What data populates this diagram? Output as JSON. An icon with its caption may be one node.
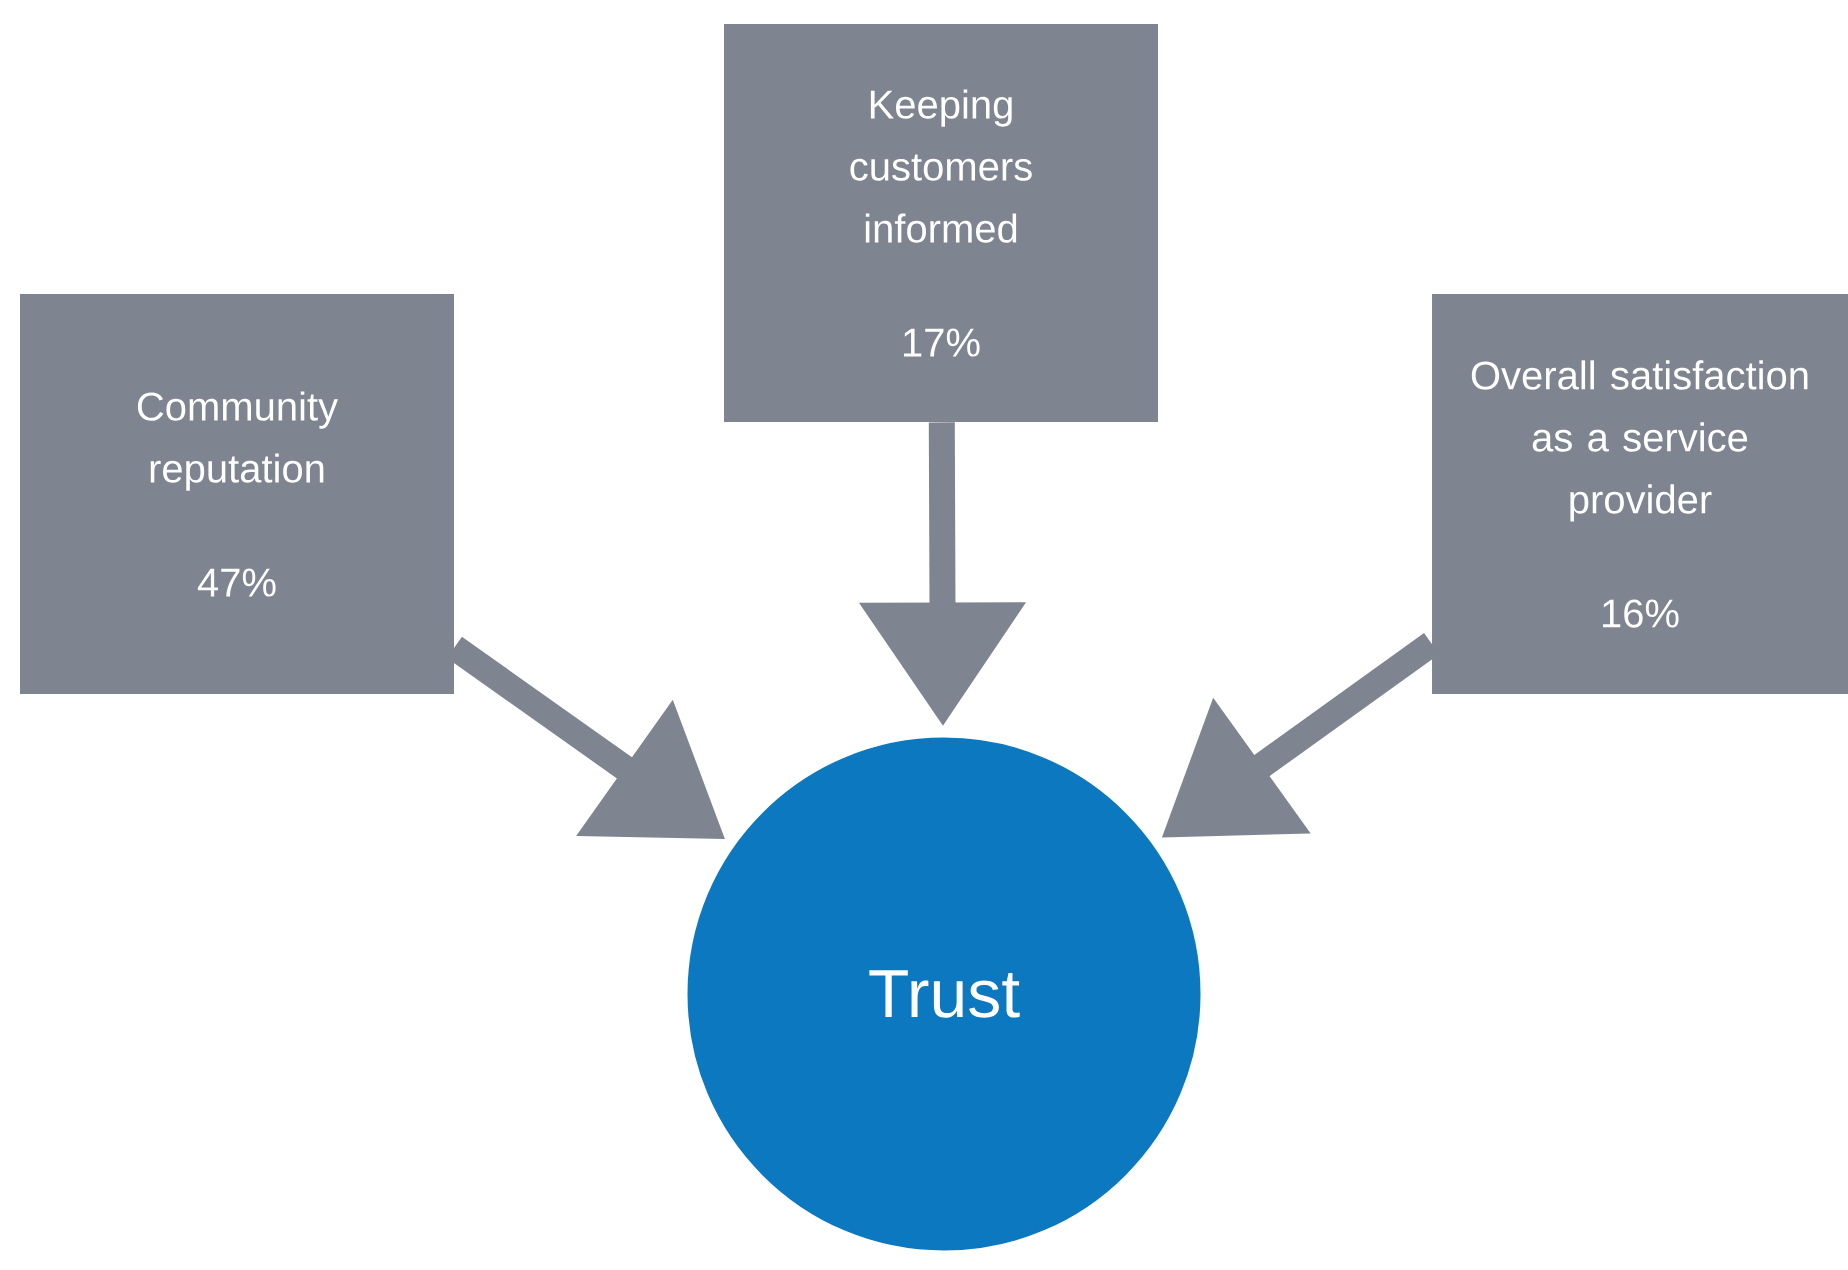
{
  "diagram": {
    "nodes": [
      {
        "text": [
          "Community reputation",
          "47%"
        ]
      },
      {
        "text": [
          "Keeping customers informed",
          "17%"
        ]
      },
      {
        "text": [
          "Overall satisfaction as a service provider",
          "16%"
        ]
      },
      {
        "text": [
          "Trust"
        ]
      }
    ],
    "edges": [
      {
        "from": 0,
        "to": 3,
        "arrow": "to"
      },
      {
        "from": 1,
        "to": 3,
        "arrow": "to"
      },
      {
        "from": 2,
        "to": 3,
        "arrow": "to"
      }
    ]
  }
}
